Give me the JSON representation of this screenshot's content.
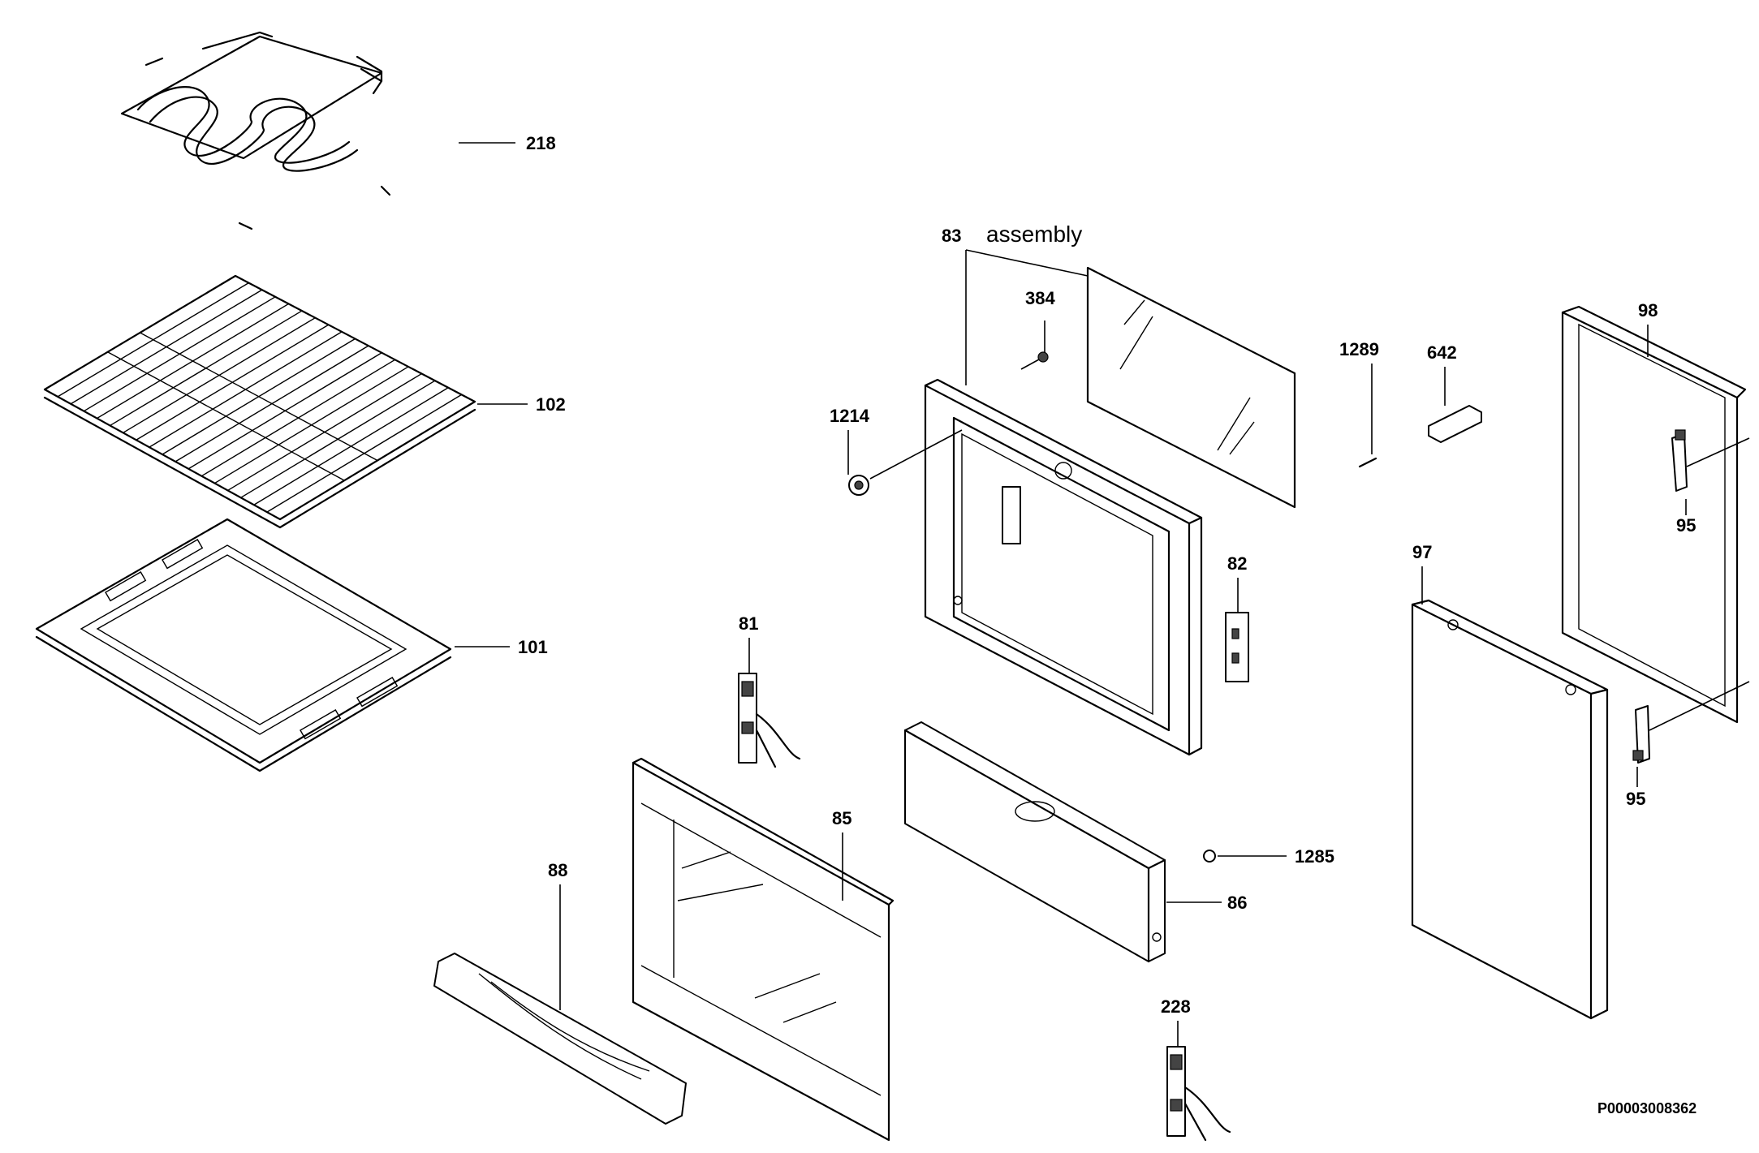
{
  "diagram": {
    "labels": {
      "p218": "218",
      "p102": "102",
      "p101": "101",
      "p83": "83",
      "assembly": "assembly",
      "p384": "384",
      "p1214": "1214",
      "p1289": "1289",
      "p642": "642",
      "p98": "98",
      "p95a": "95",
      "p97": "97",
      "p82": "82",
      "p81": "81",
      "p85": "85",
      "p88": "88",
      "p1285": "1285",
      "p86": "86",
      "p95b": "95",
      "p228": "228"
    },
    "reference": "P00003008362"
  }
}
